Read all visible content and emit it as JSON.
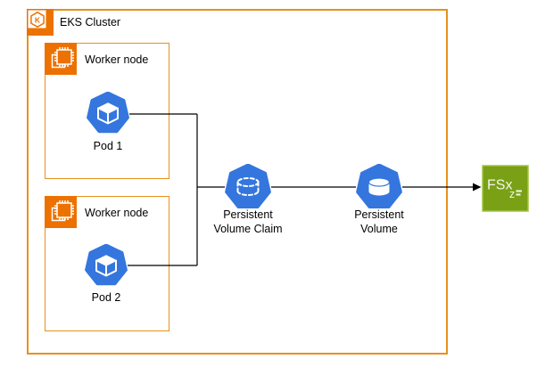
{
  "cluster": {
    "label": "EKS Cluster",
    "icon_letter": "K"
  },
  "worker_nodes": [
    {
      "label": "Worker node",
      "pod_label": "Pod 1"
    },
    {
      "label": "Worker node",
      "pod_label": "Pod 2"
    }
  ],
  "persistent_volume_claim": {
    "label_line1": "Persistent",
    "label_line2": "Volume Claim"
  },
  "persistent_volume": {
    "label_line1": "Persistent",
    "label_line2": "Volume"
  },
  "fsx": {
    "label": "FSx",
    "subscript": "z"
  },
  "colors": {
    "aws_orange": "#ED7100",
    "group_border_orange": "#E8911D",
    "kubernetes_blue": "#3476DE",
    "fsx_green": "#7AA116",
    "connector_black": "#000000"
  }
}
